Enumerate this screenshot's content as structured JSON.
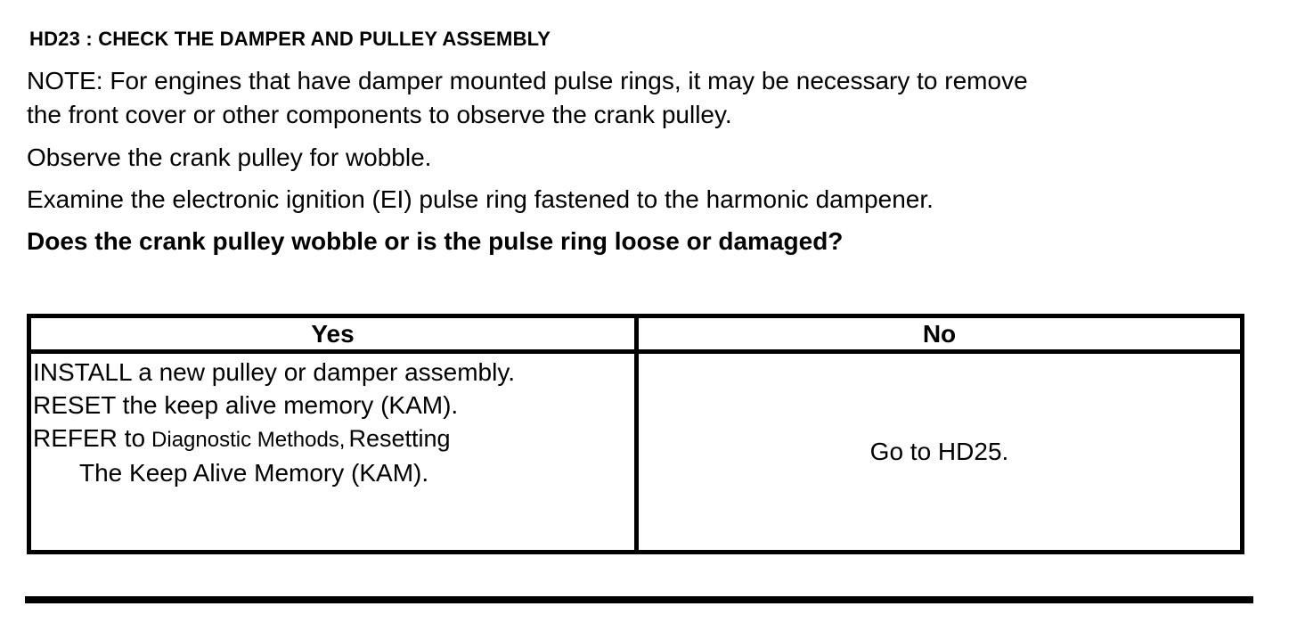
{
  "document": {
    "heading": "HD23 : CHECK THE DAMPER AND PULLEY ASSEMBLY",
    "note": {
      "line1": "NOTE: For engines that have damper mounted pulse rings, it may be necessary to remove",
      "line2": "the front cover or other components to observe the crank pulley."
    },
    "step_observe": "Observe the crank pulley for wobble.",
    "step_examine": "Examine the electronic ignition (EI) pulse ring fastened to the harmonic dampener.",
    "question": "Does the crank pulley wobble or is the pulse ring loose or damaged?",
    "result_table": {
      "yes_header": "Yes",
      "no_header": "No",
      "yes_actions": {
        "line1": "INSTALL a new pulley or damper assembly.",
        "line2": "RESET the keep alive memory (KAM).",
        "line3_prefix": "REFER to",
        "line3_reference": "Diagnostic Methods,",
        "line3_topic": "Resetting",
        "line4_topic_continued": "The Keep Alive Memory (KAM)."
      },
      "no_action": "Go to HD25."
    }
  },
  "colors": {
    "text": "#000000",
    "background": "#ffffff",
    "border": "#000000"
  }
}
